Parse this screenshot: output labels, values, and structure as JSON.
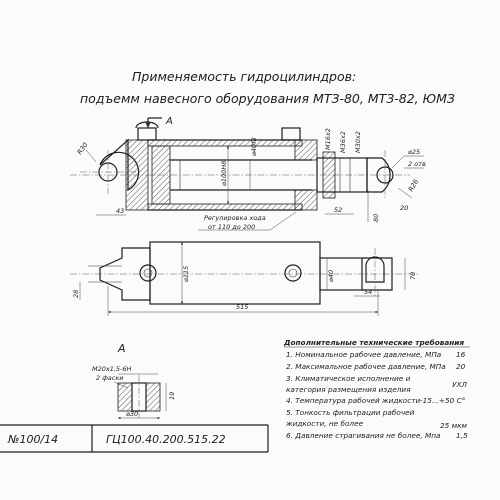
{
  "title": {
    "line1": "Применяемость гидроцилиндров:",
    "line2": "подъемм навесного оборудования МТЗ-80, МТЗ-82, ЮМЗ"
  },
  "view_a_marker": "A",
  "section_a_label": "A",
  "dimensions": {
    "r30": "R30",
    "d100h8": "⌀100Н8",
    "d40f8": "⌀40f8",
    "m16x2": "М16х2",
    "m36x2": "М36х2",
    "m30x2": "М30х2",
    "d25": "⌀25",
    "two_holes": "2 отв",
    "r26": "R26",
    "d43": "43",
    "d20": "20",
    "d52": "52",
    "d80": "80",
    "stroke_label": "Регулировка хода",
    "stroke_range": "от 110 до 200",
    "d28": "28",
    "d115": "⌀115",
    "d40": "⌀40",
    "d70": "70",
    "d54": "54",
    "d515": "515",
    "m20": "M20x1,5-6H",
    "faces": "2 фаски",
    "d30": "⌀30",
    "d19": "19"
  },
  "requirements": {
    "heading": "Дополнительные технические требования",
    "items": [
      {
        "text": "1.  Номинальное рабочее давление, МПа",
        "value": "16"
      },
      {
        "text": "2.  Максимальное рабочее давление, МПа",
        "value": "20"
      },
      {
        "text": "3.  Климатическое исполнение и",
        "value": ""
      },
      {
        "text": "категория размещения изделия",
        "value": "УХЛ"
      },
      {
        "text": "4.  Температура рабочей жидкости",
        "value": "-15...+50 С°"
      },
      {
        "text": "5.  Тонкость фильтрации рабочей",
        "value": ""
      },
      {
        "text": "жидкости, не более",
        "value": "25 мкм"
      },
      {
        "text": "6.  Давление страгивания не более, Мпа",
        "value": "1,5"
      }
    ]
  },
  "footer": {
    "sheet_no": "№100/14",
    "part_code": "ГЦ100.40.200.515.22"
  }
}
